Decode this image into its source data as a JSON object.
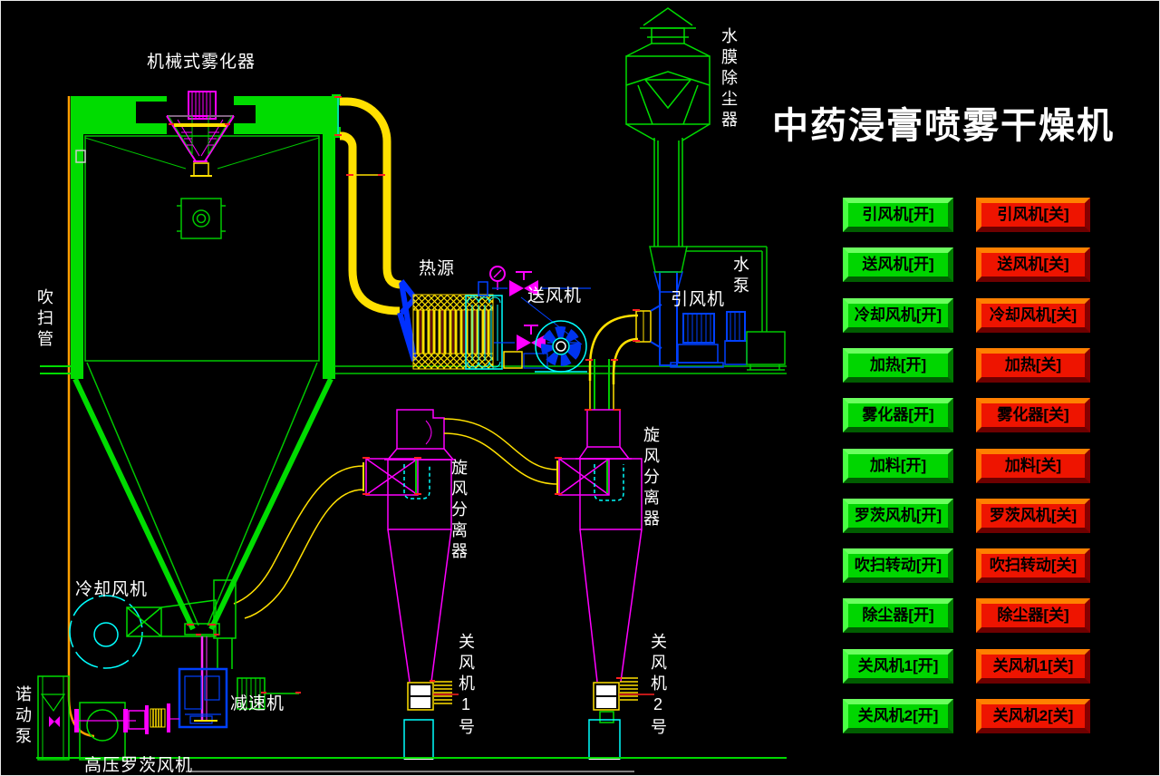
{
  "title": "中药浸膏喷雾干燥机",
  "diagram_labels": {
    "atomizer": "机械式雾化器",
    "purge_pipe": "吹扫管",
    "heat_source": "热源",
    "supply_fan": "送风机",
    "induced_draft_fan": "引风机",
    "water_film_dust_collector": "水膜除尘器",
    "water_pump": "水泵",
    "cyclone_separator_1": "旋风分离器",
    "cyclone_separator_2": "旋风分离器",
    "cooling_fan": "冷却风机",
    "reducer": "减速机",
    "nuodong_pump": "诺动泵",
    "roots_blower": "高压罗茨风机",
    "rotary_valve_1": "关风机1号",
    "rotary_valve_2": "关风机2号"
  },
  "controls": {
    "buttons": [
      {
        "on": "引风机[开]",
        "off": "引风机[关]"
      },
      {
        "on": "送风机[开]",
        "off": "送风机[关]"
      },
      {
        "on": "冷却风机[开]",
        "off": "冷却风机[关]"
      },
      {
        "on": "加热[开]",
        "off": "加热[关]"
      },
      {
        "on": "雾化器[开]",
        "off": "雾化器[关]"
      },
      {
        "on": "加料[开]",
        "off": "加料[关]"
      },
      {
        "on": "罗茨风机[开]",
        "off": "罗茨风机[关]"
      },
      {
        "on": "吹扫转动[开]",
        "off": "吹扫转动[关]"
      },
      {
        "on": "除尘器[开]",
        "off": "除尘器[关]"
      },
      {
        "on": "关风机1[开]",
        "off": "关风机1[关]"
      },
      {
        "on": "关风机2[开]",
        "off": "关风机2[关]"
      }
    ]
  },
  "colors": {
    "background": "#000000",
    "on_button_face": "#00d600",
    "off_button_face": "#ee1400",
    "diagram_green": "#00dc00",
    "diagram_magenta": "#ff00ff",
    "diagram_yellow": "#ffe000",
    "diagram_cyan": "#00ffff",
    "diagram_blue": "#0040ff",
    "diagram_orange": "#ffa000",
    "label_text": "#ffffff"
  }
}
